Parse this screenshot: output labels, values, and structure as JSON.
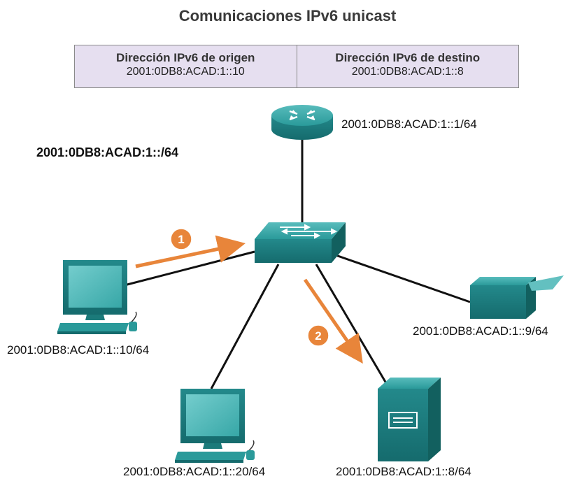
{
  "title": "Comunicaciones IPv6 unicast",
  "header_table": {
    "source_label": "Dirección IPv6 de origen",
    "source_value": "2001:0DB8:ACAD:1::10",
    "destination_label": "Dirección IPv6 de destino",
    "destination_value": "2001:0DB8:ACAD:1::8"
  },
  "network_label": "2001:0DB8:ACAD:1::/64",
  "devices": {
    "router": {
      "icon": "router-icon",
      "address": "2001:0DB8:ACAD:1::1/64"
    },
    "switch": {
      "icon": "switch-icon"
    },
    "pc_left": {
      "icon": "pc-icon",
      "address": "2001:0DB8:ACAD:1::10/64"
    },
    "pc_bottom": {
      "icon": "pc-icon",
      "address": "2001:0DB8:ACAD:1::20/64"
    },
    "server": {
      "icon": "server-icon",
      "address": "2001:0DB8:ACAD:1::8/64"
    },
    "printer": {
      "icon": "printer-icon",
      "address": "2001:0DB8:ACAD:1::9/64"
    }
  },
  "steps": [
    {
      "number": "1"
    },
    {
      "number": "2"
    }
  ],
  "colors": {
    "device_teal": "#1f8f8f",
    "arrow_orange": "#e8853a",
    "header_fill": "#e6dff0"
  }
}
